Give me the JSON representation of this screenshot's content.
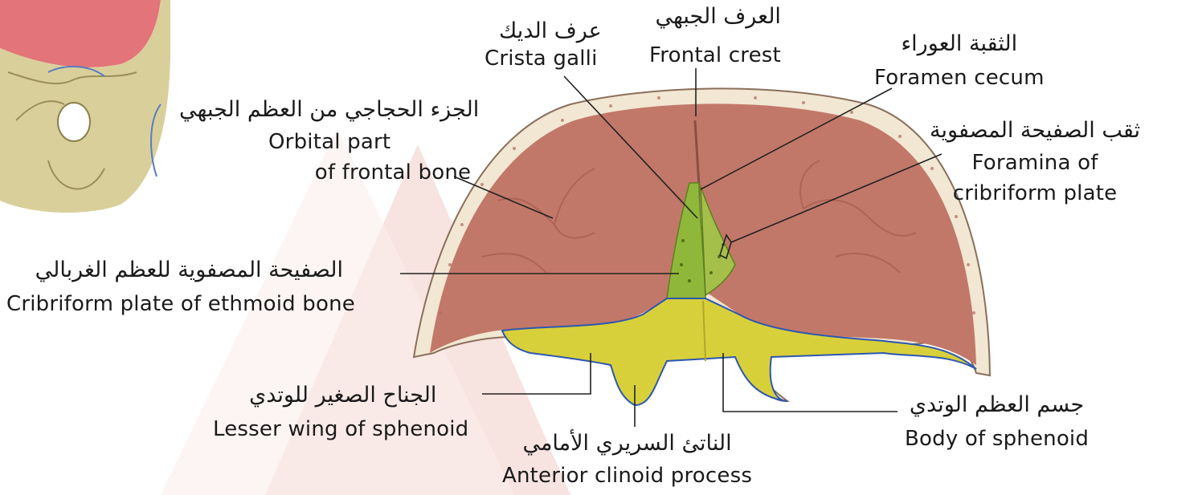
{
  "labels": {
    "crista_galli": {
      "ar": "عرف الديك",
      "en": "Crista galli"
    },
    "frontal_crest": {
      "ar": "العرف الجبهي",
      "en": "Frontal crest"
    },
    "foramen_cecum": {
      "ar": "الثقبة العوراء",
      "en": "Foramen cecum"
    },
    "orbital_part": {
      "ar": "الجزء الحجاجي من العظم الجبهي",
      "en_line1": "Orbital part",
      "en_line2": "of frontal bone"
    },
    "foramina_cribriform": {
      "ar": "ثقب الصفيحة المصفوية",
      "en_line1": "Foramina of",
      "en_line2": "cribriform plate"
    },
    "cribriform_plate": {
      "ar": "الصفيحة المصفوية للعظم الغربالي",
      "en": "Cribriform plate of ethmoid bone"
    },
    "lesser_wing": {
      "ar": "الجناح الصغير للوتدي",
      "en": "Lesser wing of sphenoid"
    },
    "anterior_clinoid": {
      "ar": "الناتئ السريري الأمامي",
      "en": "Anterior clinoid process"
    },
    "body_sphenoid": {
      "ar": "جسم العظم الوتدي",
      "en": "Body of sphenoid"
    }
  },
  "colors": {
    "bone_fill": "#c27868",
    "bone_rim": "#f1e7d3",
    "cribriform_green": "#8fb73a",
    "sphenoid_yellow": "#d8d03a",
    "leader_line": "#222222",
    "watermark": "#f6e4e0"
  }
}
